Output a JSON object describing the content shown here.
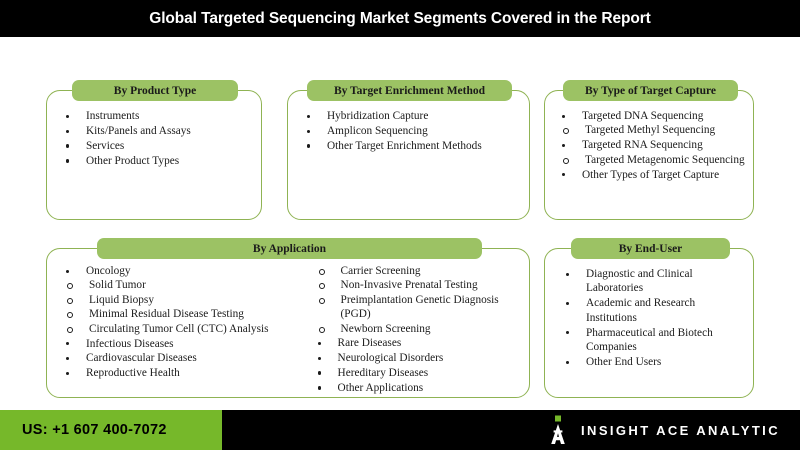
{
  "header": {
    "title": "Global Targeted Sequencing Market Segments Covered in the Report"
  },
  "cards": {
    "product_type": {
      "title": "By Product Type",
      "items": [
        "Instruments",
        "Kits/Panels and Assays",
        "Services",
        "Other Product Types"
      ]
    },
    "enrichment_method": {
      "title": "By Target Enrichment Method",
      "items": [
        "Hybridization Capture",
        "Amplicon Sequencing",
        "Other Target Enrichment Methods"
      ]
    },
    "target_capture": {
      "title": "By Type of Target Capture",
      "items": [
        "Targeted DNA Sequencing",
        "Targeted RNA Sequencing",
        "Other Types of Target Capture"
      ],
      "sub_methyl": "Targeted Methyl Sequencing",
      "sub_metagenomic": "Targeted Metagenomic Sequencing"
    },
    "application": {
      "title": "By Application",
      "left": {
        "oncology": "Oncology",
        "oncology_subs": [
          "Solid Tumor",
          "Liquid Biopsy",
          "Minimal Residual Disease Testing",
          "Circulating Tumor Cell (CTC) Analysis"
        ],
        "items": [
          "Infectious Diseases",
          "Cardiovascular Diseases",
          "Reproductive Health"
        ]
      },
      "right": {
        "subs": [
          "Carrier Screening",
          "Non-Invasive Prenatal Testing",
          "Preimplantation Genetic Diagnosis (PGD)",
          "Newborn Screening"
        ],
        "items": [
          "Rare Diseases",
          "Neurological Disorders",
          "Hereditary Diseases",
          "Other Applications"
        ]
      }
    },
    "end_user": {
      "title": "By End-User",
      "items": [
        "Diagnostic and Clinical Laboratories",
        "Academic and Research Institutions",
        "Pharmaceutical and Biotech Companies",
        "Other End Users"
      ]
    }
  },
  "footer": {
    "phone": "US: +1 607 400-7072",
    "brand_name": "INSIGHT ACE ANALYTIC"
  },
  "colors": {
    "header_bar": "#000000",
    "card_border": "#8FB353",
    "card_head": "#9CC264",
    "footer_green": "#76B82A",
    "footer_black": "#000000",
    "text": "#1b1b1b"
  }
}
